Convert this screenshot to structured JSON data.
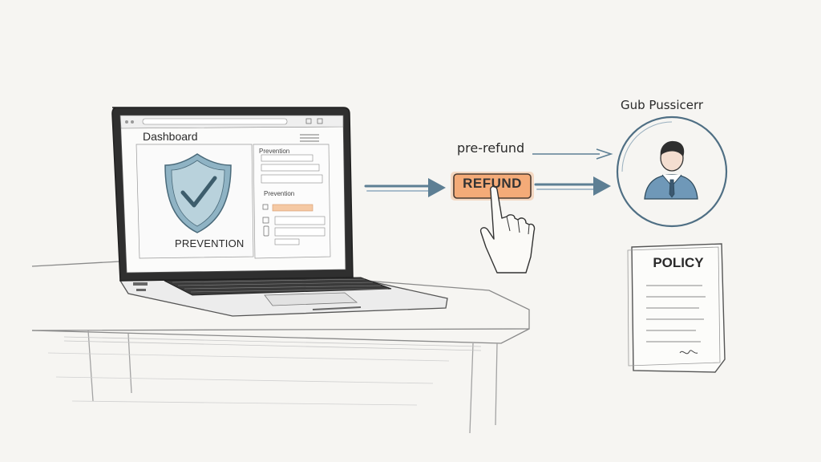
{
  "colors": {
    "background": "#f6f5f2",
    "ink": "#2b2b2b",
    "shield": "#8fb3c4",
    "refund_button": "#f2a26a",
    "arrow": "#5d7f94",
    "person_shirt": "#6f98b8"
  },
  "laptop": {
    "dashboard_title": "Dashboard",
    "shield_caption": "PREVENTION",
    "panel": {
      "section_1_title": "Prevention",
      "section_1_field_1": "",
      "section_1_field_2": "",
      "section_2_title": "Prevention",
      "section_2_highlight": "",
      "section_2_item_1": "",
      "section_2_item_2": ""
    },
    "icons": [
      "shield-check-icon",
      "hamburger-menu-icon",
      "checkbox-icon",
      "phone-icon"
    ]
  },
  "flow": {
    "pre_refund_label": "pre-refund",
    "refund_button_label": "REFUND",
    "icons": [
      "arrow-right-icon",
      "pointing-hand-icon",
      "user-avatar-icon"
    ]
  },
  "customer": {
    "title": "Gub Pussicerr"
  },
  "policy": {
    "title": "POLICY"
  }
}
